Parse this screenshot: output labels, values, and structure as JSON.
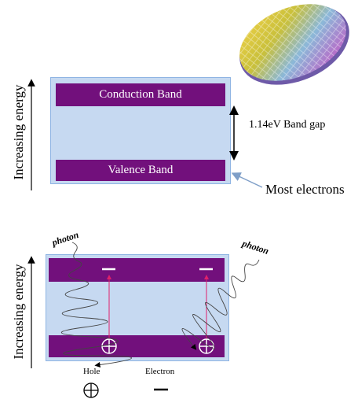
{
  "top_diagram": {
    "axis_label": "Increasing energy",
    "conduction_band": "Conduction Band",
    "valence_band": "Valence Band",
    "band_gap_label": "1.14eV Band gap",
    "most_electrons_label": "Most electrons"
  },
  "bottom_diagram": {
    "axis_label": "Increasing energy",
    "photon_left": "photon",
    "photon_right": "photon"
  },
  "legend": {
    "hole_label": "Hole",
    "electron_label": "Electron"
  },
  "icons": {
    "wafer": "silicon-wafer-icon",
    "hole": "circled-plus-icon",
    "electron": "minus-dash-icon"
  },
  "colors": {
    "band": "#72107c",
    "box": "#c6d9f1",
    "excitation_arrow": "#e0206a"
  }
}
